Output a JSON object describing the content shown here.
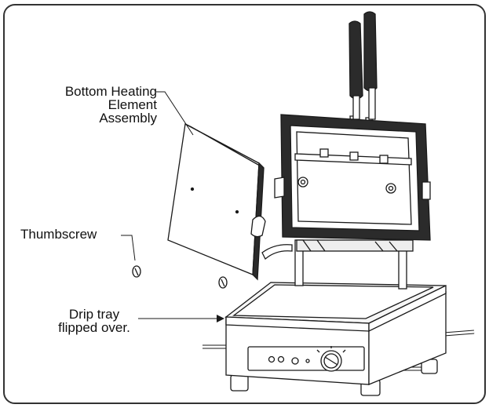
{
  "labels": {
    "bottom_heating": [
      "Bottom Heating",
      "Element",
      "Assembly"
    ],
    "thumbscrew": "Thumbscrew",
    "drip_tray": [
      "Drip tray",
      "flipped over."
    ]
  },
  "colors": {
    "stroke": "#1a1a1a",
    "frame": "#333333",
    "plate_dark": "#2b2b2b",
    "plate_light": "#f2f2f2"
  }
}
